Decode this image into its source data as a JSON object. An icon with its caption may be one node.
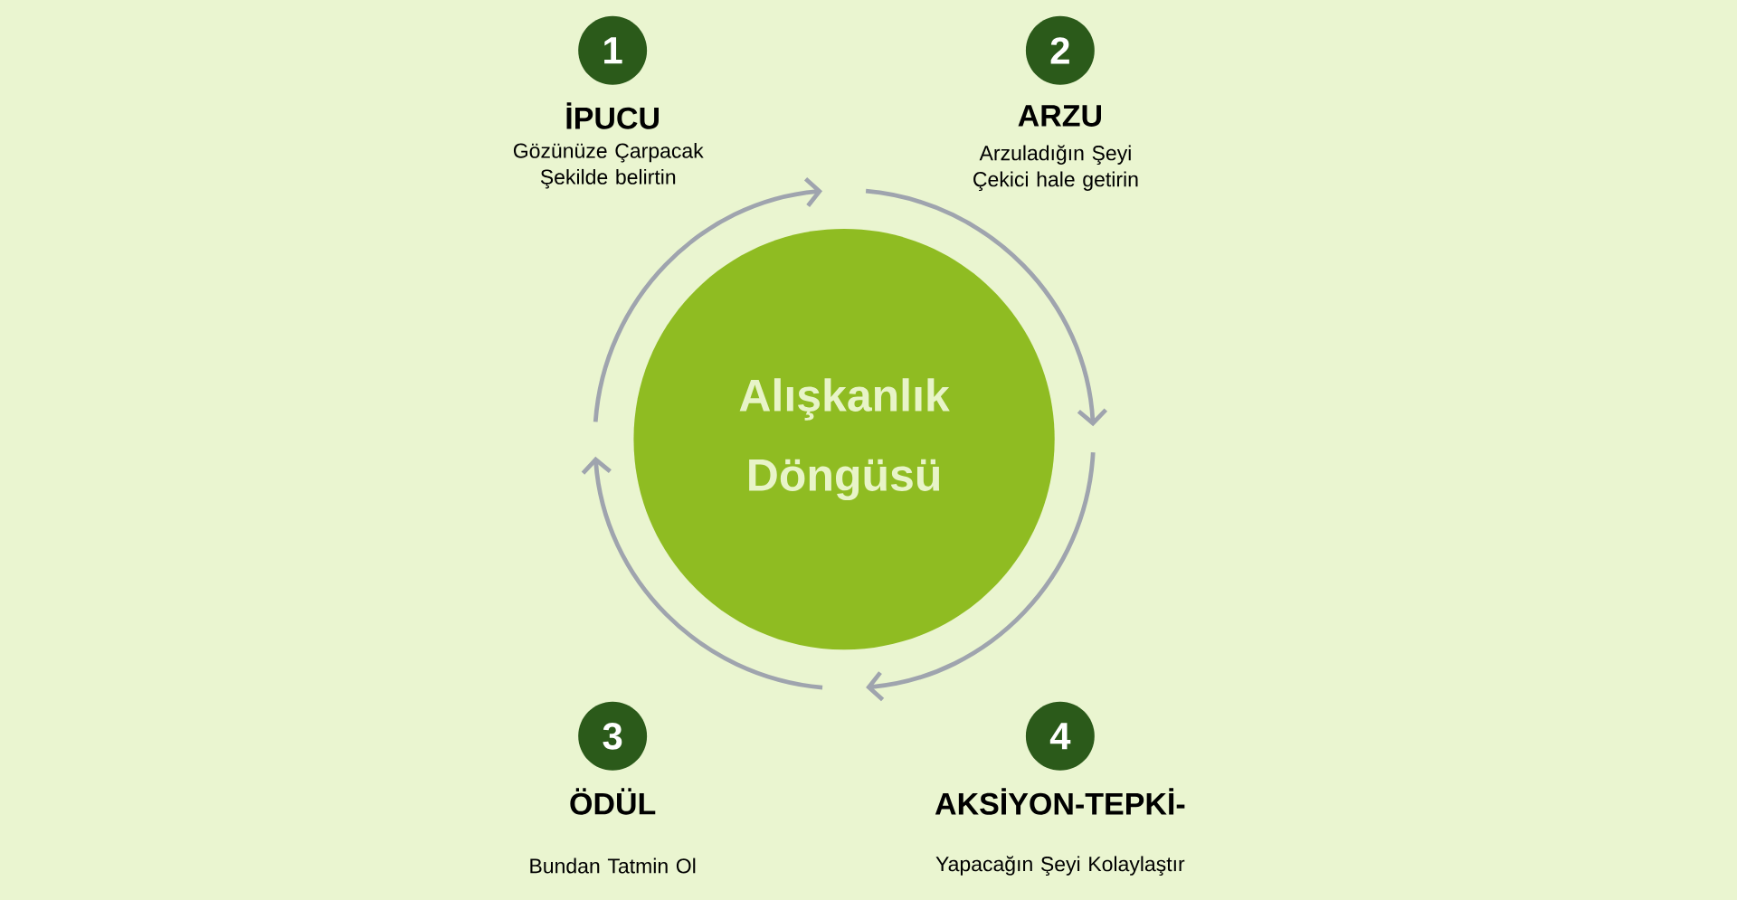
{
  "diagram": {
    "nodes": [
      {
        "text": [
          "1",
          "İPUCU",
          "Gözünüze Çarpacak Şekilde belirtin"
        ]
      },
      {
        "text": [
          "2",
          "ARZU",
          "Arzuladığın Şeyi Çekici hale getirin"
        ]
      },
      {
        "text": [
          "Alışkanlık Döngüsü"
        ]
      },
      {
        "text": [
          "3",
          "ÖDÜL",
          "Bundan Tatmin Ol"
        ]
      },
      {
        "text": [
          "4",
          "AKSİYON-TEPKİ-",
          "Yapacağın Şeyi Kolaylaştır"
        ]
      }
    ]
  }
}
